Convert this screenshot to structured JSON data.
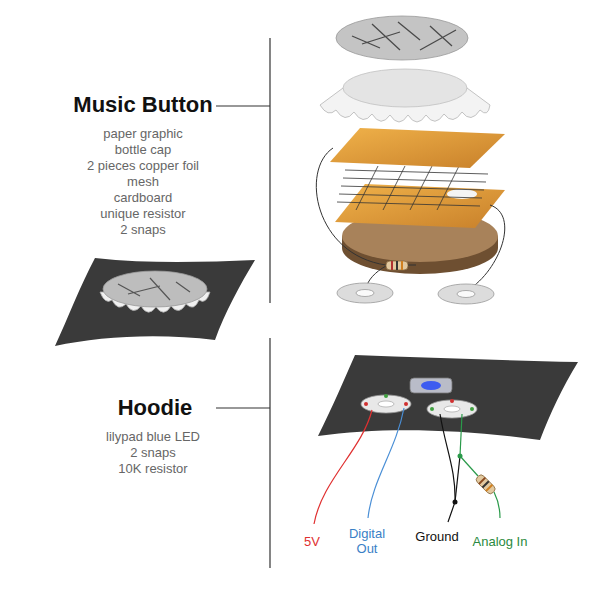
{
  "diagram": {
    "labels": [
      "Music Button",
      "paper graphic",
      "bottle cap",
      "2 pieces copper foil",
      "mesh",
      "cardboard",
      "unique resistor",
      "2 snaps",
      "Hoodie",
      "lilypad blue LED",
      "2 snaps",
      "10K resistor",
      "5V",
      "Digital Out",
      "Ground",
      "Analog In"
    ]
  }
}
